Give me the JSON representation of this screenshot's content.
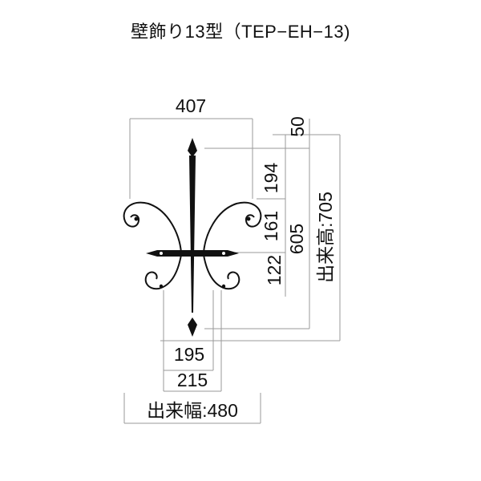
{
  "title": "壁飾り13型（TEP−EH−13)",
  "dimensions": {
    "overall_width": "407",
    "top_gap": "50",
    "upper_section": "194",
    "middle_section": "161",
    "lower_section": "122",
    "mount_height": "605",
    "total_height": "出来高:705",
    "inner_width": "195",
    "outer_width": "215",
    "total_width": "出来幅:480"
  },
  "colors": {
    "dimension_line": "#9a9a9a",
    "ornament": "#111111"
  }
}
